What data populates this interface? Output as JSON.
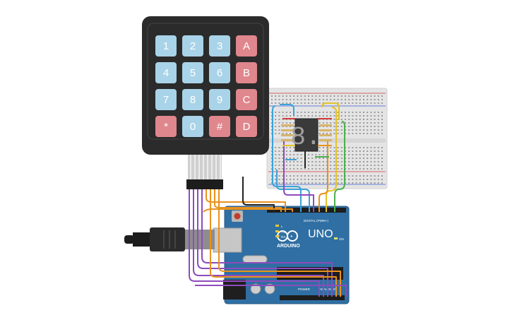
{
  "keypad": {
    "keys": [
      {
        "label": "1",
        "color": "#a9d3e8"
      },
      {
        "label": "2",
        "color": "#a9d3e8"
      },
      {
        "label": "3",
        "color": "#a9d3e8"
      },
      {
        "label": "A",
        "color": "#e0868d"
      },
      {
        "label": "4",
        "color": "#a9d3e8"
      },
      {
        "label": "5",
        "color": "#a9d3e8"
      },
      {
        "label": "6",
        "color": "#a9d3e8"
      },
      {
        "label": "B",
        "color": "#e0868d"
      },
      {
        "label": "7",
        "color": "#a9d3e8"
      },
      {
        "label": "8",
        "color": "#a9d3e8"
      },
      {
        "label": "9",
        "color": "#a9d3e8"
      },
      {
        "label": "C",
        "color": "#e0868d"
      },
      {
        "label": "*",
        "color": "#e0868d"
      },
      {
        "label": "0",
        "color": "#a9d3e8"
      },
      {
        "label": "#",
        "color": "#e0868d"
      },
      {
        "label": "D",
        "color": "#e0868d"
      }
    ],
    "body_color": "#2b2b2b"
  },
  "display": {
    "digit": "8."
  },
  "arduino": {
    "logo_text": "ARDUINO",
    "model": "UNO",
    "digital_label": "DIGITAL (PWM~)",
    "power_label": "POWER",
    "analog_label": "ANALOG IN",
    "on_label": "ON",
    "tx_label": "TX",
    "rx_label": "RX",
    "l_label": "L",
    "board_color": "#2f6fa3"
  },
  "colors": {
    "wire_orange": "#e8921e",
    "wire_purple": "#8e4bbd",
    "wire_blue": "#3ba3d9",
    "wire_green": "#4caf50",
    "wire_yellow": "#e5c229",
    "wire_red": "#d33b3b",
    "wire_black": "#222222"
  }
}
